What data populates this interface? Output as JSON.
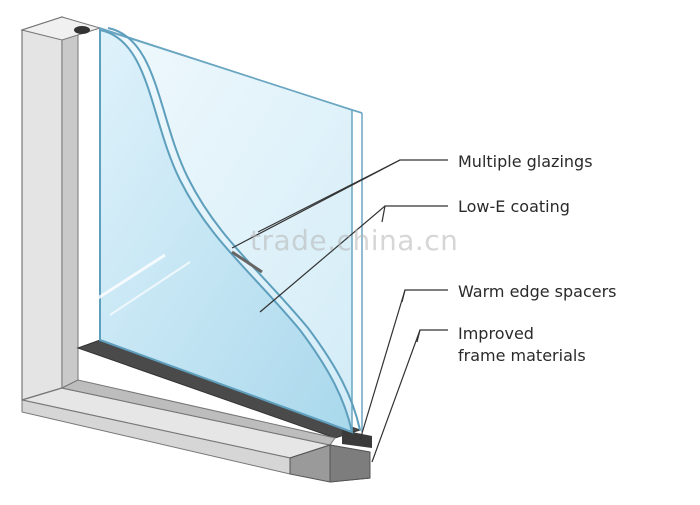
{
  "labels": {
    "glazings": "Multiple glazings",
    "lowe": "Low-E coating",
    "spacers": "Warm edge spacers",
    "frame_line1": "Improved",
    "frame_line2": "frame materials"
  },
  "watermark": "trade.china.cn",
  "colors": {
    "glass": "#cfe9f5",
    "glass_edge": "#7fb9d3",
    "frame": "#e2e2e2",
    "frame_shadow": "#a8a8a8",
    "frame_dark": "#555555",
    "line": "#333333"
  }
}
